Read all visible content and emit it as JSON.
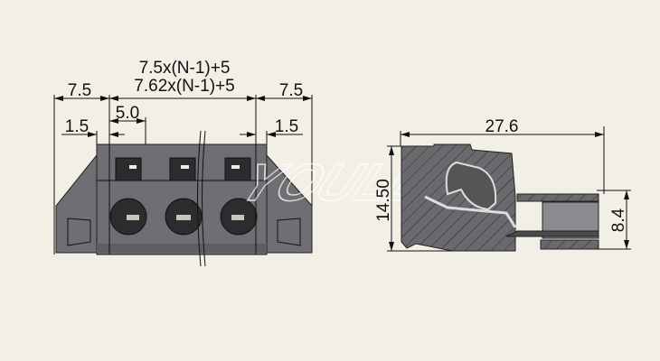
{
  "front_view": {
    "pitch_formula_1": "7.5x(N-1)+5",
    "pitch_formula_2": "7.62x(N-1)+5",
    "left_width": "7.5",
    "right_width": "7.5",
    "left_offset": "1.5",
    "right_offset": "1.5",
    "half_pitch": "5.0"
  },
  "side_view": {
    "length": "27.6",
    "height": "14.50",
    "pin_height": "8.4"
  },
  "watermark": "YOULE",
  "colors": {
    "background": "#f2efe6",
    "body": "#6f6f73",
    "lines": "#111111"
  }
}
